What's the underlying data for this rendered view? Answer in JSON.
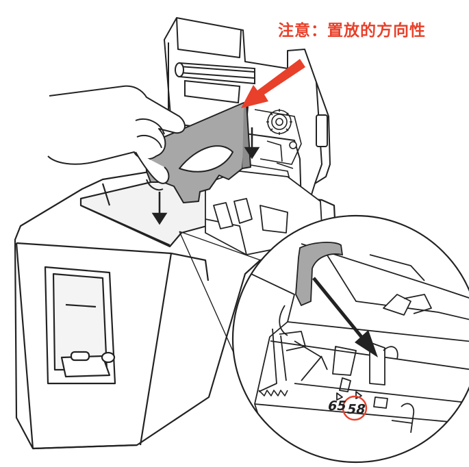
{
  "annotation": {
    "text": "注意：置放的方向性",
    "color": "#e8402a"
  },
  "paper_width_marks": [
    {
      "label": "65",
      "selected": false
    },
    {
      "label": "58",
      "selected": true
    }
  ],
  "colors": {
    "line": "#222222",
    "printer_body": "#ffffff",
    "shadow": "#d9d9d9",
    "guide_part": "#a7a7a7",
    "highlight_circle": "#e8402a"
  },
  "icons": {
    "install_arrow": "down-arrow-icon",
    "detail_arrow": "diagonal-arrow-icon",
    "callout_arrow": "callout-arrow-icon"
  }
}
